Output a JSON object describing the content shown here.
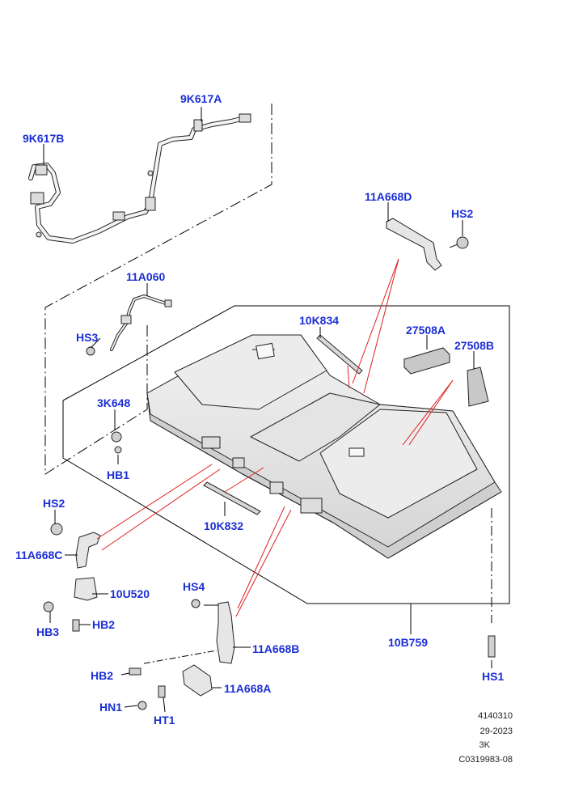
{
  "labels": {
    "p_9k617a": "9K617A",
    "p_9k617b": "9K617B",
    "p_11a668d": "11A668D",
    "p_hs2_top": "HS2",
    "p_11a060": "11A060",
    "p_10k834": "10K834",
    "p_27508a": "27508A",
    "p_27508b": "27508B",
    "p_hs3": "HS3",
    "p_3k648": "3K648",
    "p_hb1": "HB1",
    "p_10k832": "10K832",
    "p_hs2_left": "HS2",
    "p_11a668c": "11A668C",
    "p_10u520": "10U520",
    "p_hb3": "HB3",
    "p_hb2_left": "HB2",
    "p_hs4": "HS4",
    "p_11a668b": "11A668B",
    "p_10b759": "10B759",
    "p_hs1": "HS1",
    "p_hb2_bottom": "HB2",
    "p_11a668a": "11A668A",
    "p_hn1": "HN1",
    "p_ht1": "HT1"
  },
  "footer": {
    "code": "4140310",
    "date": "29-2023",
    "rev": "3K",
    "ref": "C0319983-08"
  },
  "colors": {
    "label": "#1b2fd6",
    "leader": "#000000",
    "callout": "#e02020",
    "part_fill": "#e9e9e9",
    "part_stroke": "#222222"
  }
}
